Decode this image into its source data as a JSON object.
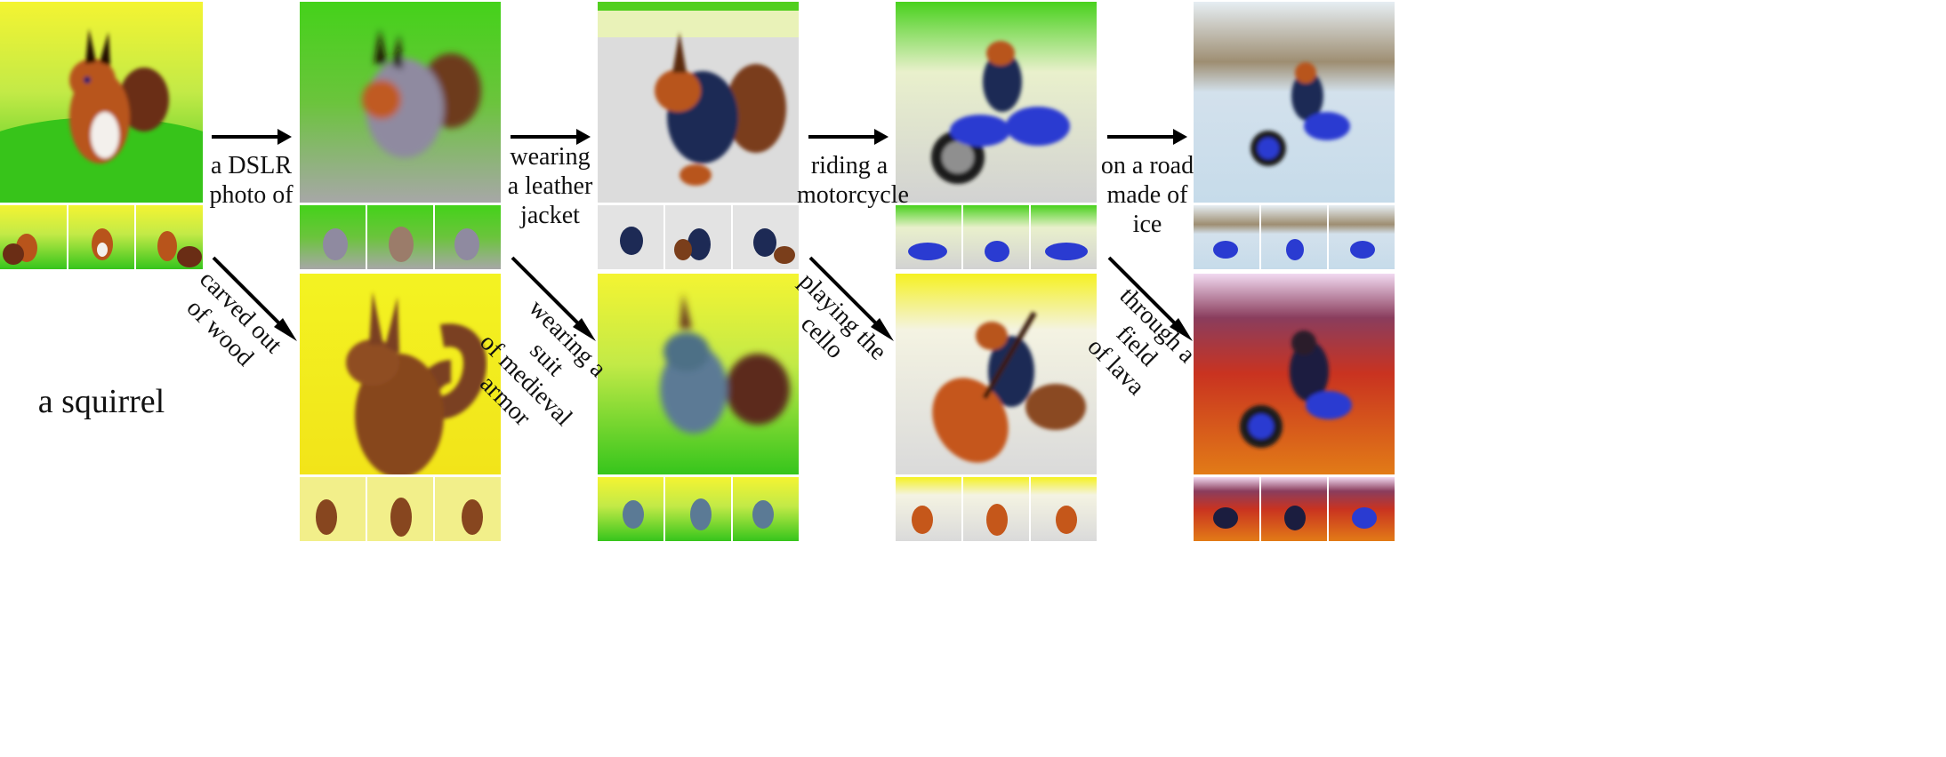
{
  "source_caption": "a squirrel",
  "transitions": [
    {
      "id": "dslr",
      "label_lines": [
        "a DSLR",
        "photo of"
      ]
    },
    {
      "id": "jacket",
      "label_lines": [
        "wearing",
        "a leather",
        "jacket"
      ]
    },
    {
      "id": "motorcycle",
      "label_lines": [
        "riding a",
        "motorcycle"
      ]
    },
    {
      "id": "ice",
      "label_lines": [
        "on a road",
        "made of ice"
      ]
    },
    {
      "id": "wood",
      "label_lines": [
        "carved out",
        "of wood"
      ]
    },
    {
      "id": "armor",
      "label_lines": [
        "wearing a suit",
        "of medieval",
        "armor"
      ]
    },
    {
      "id": "cello",
      "label_lines": [
        "playing the",
        "cello"
      ]
    },
    {
      "id": "lava",
      "label_lines": [
        "through a field",
        "of lava"
      ]
    }
  ],
  "colors": {
    "arrow": "#000000",
    "grass_green": "#35c21a",
    "sky_yellow": "#f2f227",
    "squirrel_orange": "#b9531c",
    "wood_brown": "#8a4a22",
    "jacket_navy": "#1d2a55",
    "bike_blue": "#2a3bd1",
    "ice_white": "#e7eef4",
    "lava_red": "#d13a1c",
    "armor_steel": "#5b7a95",
    "cello_orange": "#c5571a"
  },
  "icons": {
    "arrow": "arrow-right-icon",
    "arrow_diag": "arrow-down-right-icon"
  }
}
